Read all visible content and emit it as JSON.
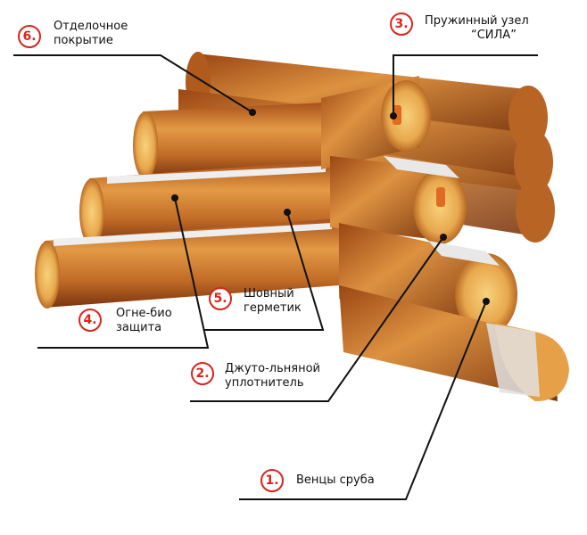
{
  "callouts": [
    {
      "num": "6.",
      "lines": [
        "Отделочное",
        "покрытие"
      ]
    },
    {
      "num": "3.",
      "lines": [
        "Пружинный узел",
        "“СИЛА”"
      ]
    },
    {
      "num": "5.",
      "lines": [
        "Шовный",
        "герметик"
      ]
    },
    {
      "num": "4.",
      "lines": [
        "Огне-био",
        "защита"
      ]
    },
    {
      "num": "2.",
      "lines": [
        "Джуто-льняной",
        "уплотнитель"
      ]
    },
    {
      "num": "1.",
      "lines": [
        "Венцы сруба"
      ]
    }
  ],
  "colors": {
    "badge": "#d9241c",
    "wood_dark": "#8a3c10",
    "wood_mid": "#c06a26",
    "wood_light": "#e6a047",
    "end_grain": "#f2c46a",
    "sealant": "#eeeeee",
    "spring": "#e06a20"
  }
}
